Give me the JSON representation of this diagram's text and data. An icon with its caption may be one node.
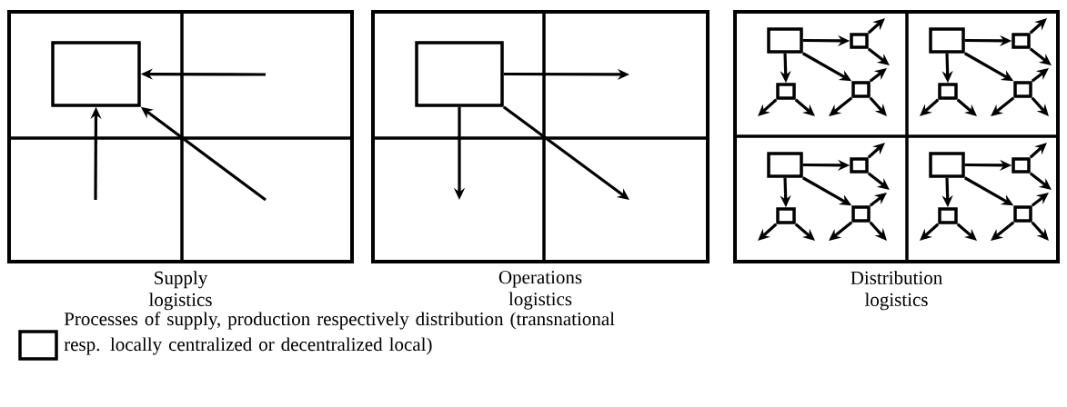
{
  "diagram": {
    "nodes": [
      {
        "text": [
          "Supply logistics"
        ]
      },
      {
        "text": [],
        "shape": "box",
        "in": 0
      },
      {
        "text": [
          "Operations logistics"
        ]
      },
      {
        "text": [],
        "shape": "box",
        "in": 2
      },
      {
        "text": [
          "Distribution logistics"
        ]
      },
      {
        "text": [],
        "shape": "box",
        "in": 4
      },
      {
        "text": [],
        "shape": "box",
        "in": 4
      },
      {
        "text": [],
        "shape": "box",
        "in": 4
      },
      {
        "text": [],
        "shape": "box",
        "in": 4
      },
      {
        "text": [],
        "shape": "box",
        "in": 4
      },
      {
        "text": [],
        "shape": "box",
        "in": 4
      },
      {
        "text": [],
        "shape": "box",
        "in": 4
      },
      {
        "text": [],
        "shape": "box",
        "in": 4
      },
      {
        "text": [],
        "shape": "box",
        "in": 4
      },
      {
        "text": [],
        "shape": "box",
        "in": 4
      },
      {
        "text": [],
        "shape": "box",
        "in": 4
      },
      {
        "text": [],
        "shape": "box",
        "in": 4
      },
      {
        "text": [],
        "shape": "box",
        "in": 4
      },
      {
        "text": [],
        "shape": "box",
        "in": 4
      },
      {
        "text": [],
        "shape": "box",
        "in": 4
      },
      {
        "text": [],
        "shape": "box",
        "in": 4
      }
    ],
    "edges": [
      {
        "from": null,
        "to": 1,
        "arrow": "to"
      },
      {
        "from": null,
        "to": 1,
        "arrow": "to"
      },
      {
        "from": null,
        "to": 1,
        "arrow": "to"
      },
      {
        "from": 3,
        "to": null,
        "arrow": "to"
      },
      {
        "from": 3,
        "to": null,
        "arrow": "to"
      },
      {
        "from": 3,
        "to": null,
        "arrow": "to"
      },
      {
        "from": 5,
        "to": 6,
        "arrow": "to"
      },
      {
        "from": 5,
        "to": 7,
        "arrow": "to"
      },
      {
        "from": 5,
        "to": 8,
        "arrow": "to"
      },
      {
        "from": 6,
        "to": null,
        "arrow": "to"
      },
      {
        "from": 6,
        "to": null,
        "arrow": "to"
      },
      {
        "from": 7,
        "to": null,
        "arrow": "to"
      },
      {
        "from": 7,
        "to": null,
        "arrow": "to"
      },
      {
        "from": 8,
        "to": null,
        "arrow": "to"
      },
      {
        "from": 8,
        "to": null,
        "arrow": "to"
      },
      {
        "from": 8,
        "to": null,
        "arrow": "to"
      },
      {
        "from": 9,
        "to": 10,
        "arrow": "to"
      },
      {
        "from": 9,
        "to": 11,
        "arrow": "to"
      },
      {
        "from": 9,
        "to": 12,
        "arrow": "to"
      },
      {
        "from": 10,
        "to": null,
        "arrow": "to"
      },
      {
        "from": 10,
        "to": null,
        "arrow": "to"
      },
      {
        "from": 11,
        "to": null,
        "arrow": "to"
      },
      {
        "from": 11,
        "to": null,
        "arrow": "to"
      },
      {
        "from": 12,
        "to": null,
        "arrow": "to"
      },
      {
        "from": 12,
        "to": null,
        "arrow": "to"
      },
      {
        "from": 12,
        "to": null,
        "arrow": "to"
      },
      {
        "from": 13,
        "to": 14,
        "arrow": "to"
      },
      {
        "from": 13,
        "to": 15,
        "arrow": "to"
      },
      {
        "from": 13,
        "to": 16,
        "arrow": "to"
      },
      {
        "from": 14,
        "to": null,
        "arrow": "to"
      },
      {
        "from": 14,
        "to": null,
        "arrow": "to"
      },
      {
        "from": 15,
        "to": null,
        "arrow": "to"
      },
      {
        "from": 15,
        "to": null,
        "arrow": "to"
      },
      {
        "from": 16,
        "to": null,
        "arrow": "to"
      },
      {
        "from": 16,
        "to": null,
        "arrow": "to"
      },
      {
        "from": 16,
        "to": null,
        "arrow": "to"
      },
      {
        "from": 17,
        "to": 18,
        "arrow": "to"
      },
      {
        "from": 17,
        "to": 19,
        "arrow": "to"
      },
      {
        "from": 17,
        "to": 20,
        "arrow": "to"
      },
      {
        "from": 18,
        "to": null,
        "arrow": "to"
      },
      {
        "from": 18,
        "to": null,
        "arrow": "to"
      },
      {
        "from": 19,
        "to": null,
        "arrow": "to"
      },
      {
        "from": 19,
        "to": null,
        "arrow": "to"
      },
      {
        "from": 20,
        "to": null,
        "arrow": "to"
      },
      {
        "from": 20,
        "to": null,
        "arrow": "to"
      },
      {
        "from": 20,
        "to": null,
        "arrow": "to"
      }
    ],
    "legend": [
      {
        "text": "Processes of supply, production respectively distribution (transnational resp. locally centralized or decentralized local)"
      }
    ]
  }
}
